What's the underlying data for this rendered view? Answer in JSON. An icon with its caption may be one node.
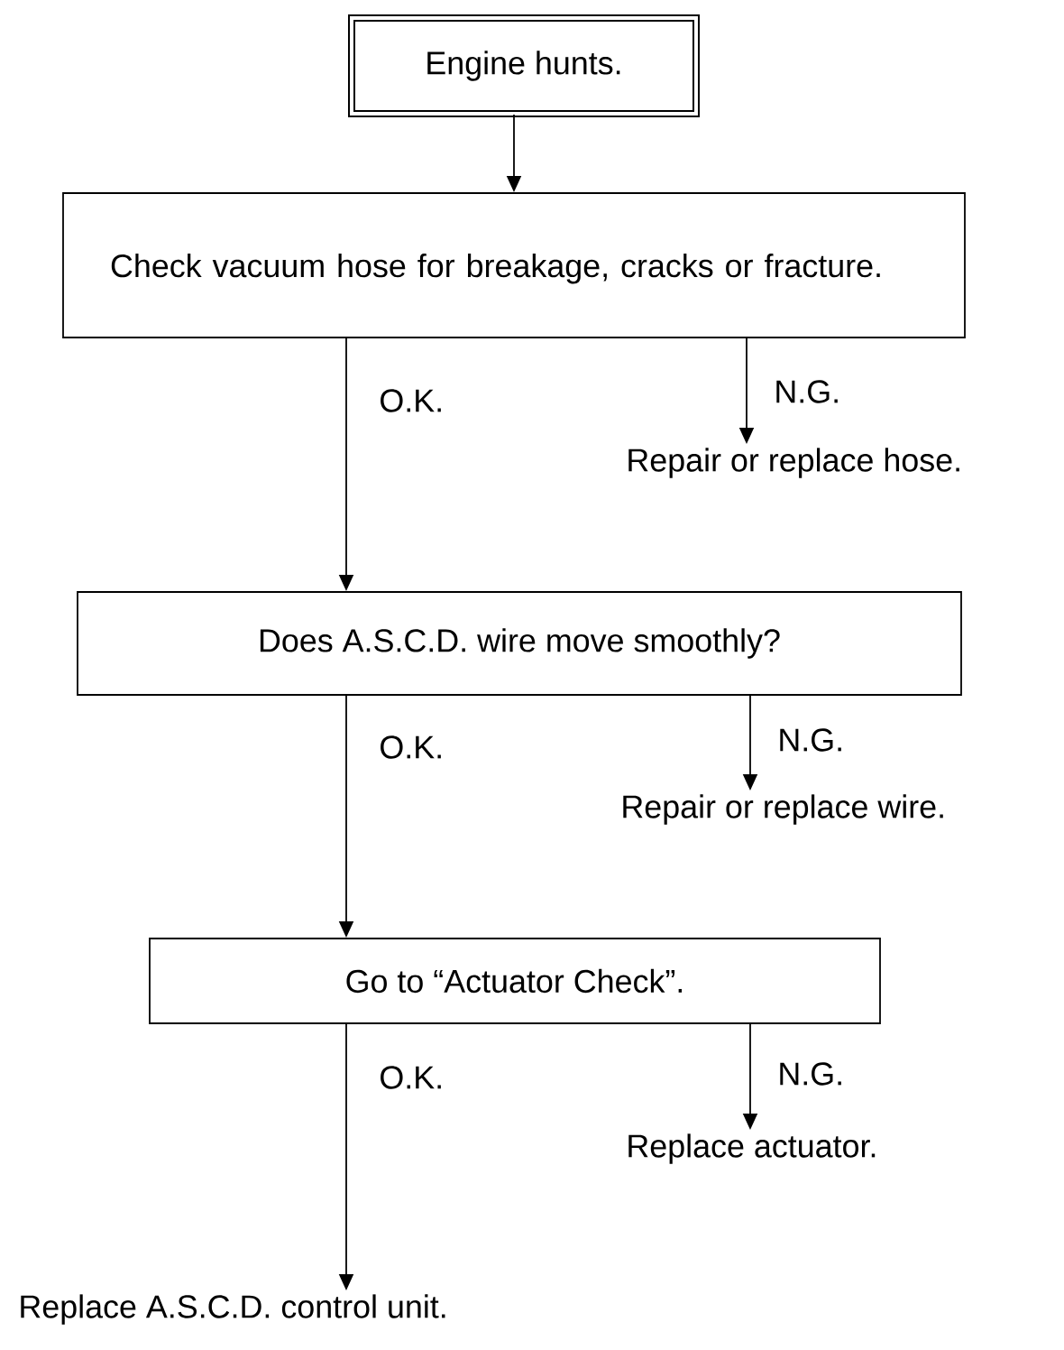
{
  "diagram": {
    "nodes": [
      {
        "text": [
          "Engine hunts."
        ]
      },
      {
        "text": [
          "Check vacuum hose for breakage, cracks or fracture."
        ]
      },
      {
        "text": [
          "Repair or replace hose."
        ]
      },
      {
        "text": [
          "Does A.S.C.D. wire move smoothly?"
        ]
      },
      {
        "text": [
          "Repair or replace wire."
        ]
      },
      {
        "text": [
          "Go to “Actuator Check”."
        ]
      },
      {
        "text": [
          "Replace actuator."
        ]
      },
      {
        "text": [
          "Replace A.S.C.D. control unit."
        ]
      }
    ],
    "edges": [
      {
        "from": 0,
        "to": 1,
        "arrow": "to"
      },
      {
        "from": 1,
        "to": 3,
        "arrow": "to",
        "label": "O.K."
      },
      {
        "from": 1,
        "to": 2,
        "arrow": "to",
        "label": "N.G."
      },
      {
        "from": 3,
        "to": 5,
        "arrow": "to",
        "label": "O.K."
      },
      {
        "from": 3,
        "to": 4,
        "arrow": "to",
        "label": "N.G."
      },
      {
        "from": 5,
        "to": 7,
        "arrow": "to",
        "label": "O.K."
      },
      {
        "from": 5,
        "to": 6,
        "arrow": "to",
        "label": "N.G."
      }
    ]
  }
}
